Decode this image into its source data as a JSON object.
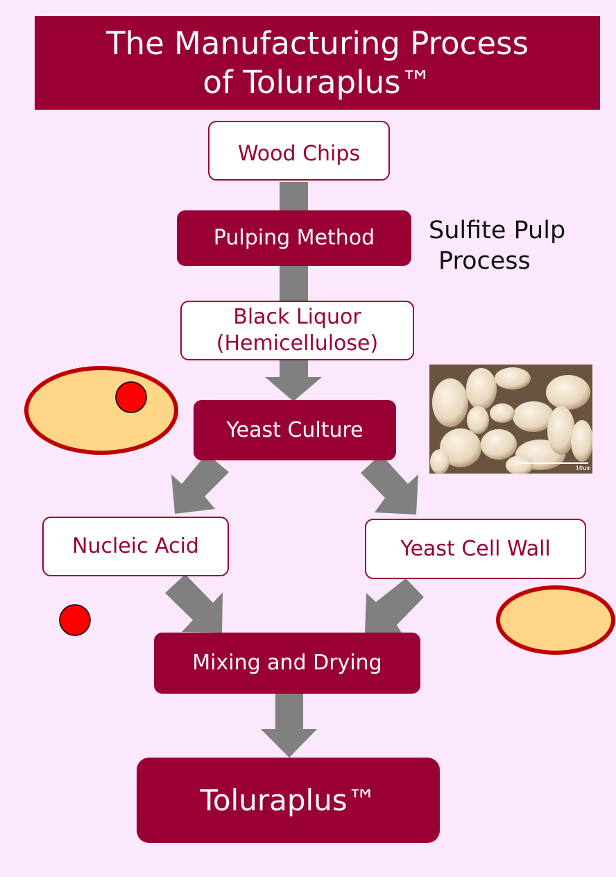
{
  "title": {
    "line1": "The Manufacturing Process",
    "line2": "of Toluraplus™"
  },
  "steps": {
    "wood_chips": "Wood Chips",
    "pulping_method": "Pulping Method",
    "black_liquor_line1": "Black Liquor",
    "black_liquor_line2": "(Hemicellulose)",
    "yeast_culture": "Yeast Culture",
    "nucleic_acid": "Nucleic Acid",
    "yeast_cell_wall": "Yeast Cell Wall",
    "mixing_drying": "Mixing and Drying",
    "product": "Toluraplus™"
  },
  "notes": {
    "sulfite_line1": "Sulfite Pulp",
    "sulfite_line2": "Process"
  },
  "photo": {
    "scale_label": "10um"
  },
  "colors": {
    "brand": "#990033",
    "background": "#fce8fc",
    "arrow": "#808080",
    "cell_fill": "#ffd587",
    "cell_border": "#c00000",
    "nucleus": "#ff0000"
  }
}
